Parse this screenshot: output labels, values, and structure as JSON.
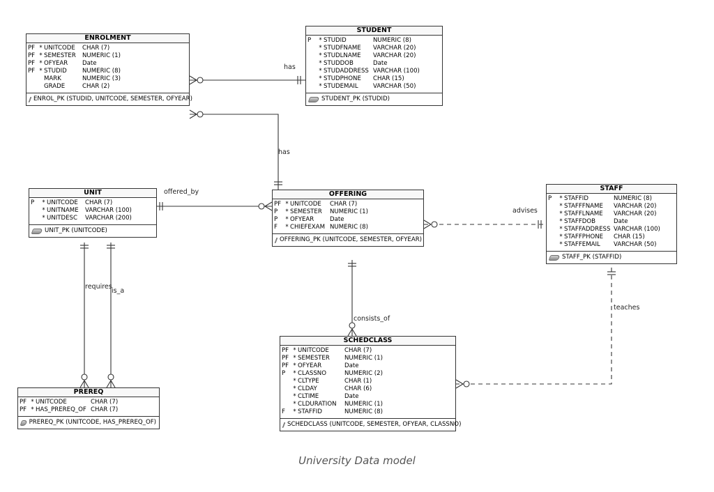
{
  "caption": "University Data model",
  "entities": {
    "enrolment": {
      "name": "ENROLMENT",
      "columns": [
        {
          "flag": "PF",
          "star": "*",
          "name": "UNITCODE",
          "type": "CHAR (7)"
        },
        {
          "flag": "PF",
          "star": "*",
          "name": "SEMESTER",
          "type": "NUMERIC (1)"
        },
        {
          "flag": "PF",
          "star": "*",
          "name": "OFYEAR",
          "type": "Date"
        },
        {
          "flag": "PF",
          "star": "*",
          "name": "STUDID",
          "type": "NUMERIC (8)"
        },
        {
          "flag": "",
          "star": "",
          "name": "MARK",
          "type": "NUMERIC (3)"
        },
        {
          "flag": "",
          "star": "",
          "name": "GRADE",
          "type": "CHAR (2)"
        }
      ],
      "pk": "ENROL_PK (STUDID, UNITCODE, SEMESTER, OFYEAR)"
    },
    "student": {
      "name": "STUDENT",
      "columns": [
        {
          "flag": "P",
          "star": "*",
          "name": "STUDID",
          "type": "NUMERIC (8)"
        },
        {
          "flag": "",
          "star": "*",
          "name": "STUDFNAME",
          "type": "VARCHAR (20)"
        },
        {
          "flag": "",
          "star": "*",
          "name": "STUDLNAME",
          "type": "VARCHAR (20)"
        },
        {
          "flag": "",
          "star": "*",
          "name": "STUDDOB",
          "type": "Date"
        },
        {
          "flag": "",
          "star": "*",
          "name": "STUDADDRESS",
          "type": "VARCHAR (100)"
        },
        {
          "flag": "",
          "star": "*",
          "name": "STUDPHONE",
          "type": "CHAR (15)"
        },
        {
          "flag": "",
          "star": "*",
          "name": "STUDEMAIL",
          "type": "VARCHAR (50)"
        }
      ],
      "pk": "STUDENT_PK (STUDID)"
    },
    "unit": {
      "name": "UNIT",
      "columns": [
        {
          "flag": "P",
          "star": "*",
          "name": "UNITCODE",
          "type": "CHAR (7)"
        },
        {
          "flag": "",
          "star": "*",
          "name": "UNITNAME",
          "type": "VARCHAR (100)"
        },
        {
          "flag": "",
          "star": "*",
          "name": "UNITDESC",
          "type": "VARCHAR (200)"
        }
      ],
      "pk": "UNIT_PK (UNITCODE)"
    },
    "offering": {
      "name": "OFFERING",
      "columns": [
        {
          "flag": "PF",
          "star": "*",
          "name": "UNITCODE",
          "type": "CHAR (7)"
        },
        {
          "flag": "P",
          "star": "*",
          "name": "SEMESTER",
          "type": "NUMERIC (1)"
        },
        {
          "flag": "P",
          "star": "*",
          "name": "OFYEAR",
          "type": "Date"
        },
        {
          "flag": "F",
          "star": "*",
          "name": "CHIEFEXAM",
          "type": "NUMERIC (8)"
        }
      ],
      "pk": "OFFERING_PK (UNITCODE, SEMESTER, OFYEAR)"
    },
    "staff": {
      "name": "STAFF",
      "columns": [
        {
          "flag": "P",
          "star": "*",
          "name": "STAFFID",
          "type": "NUMERIC (8)"
        },
        {
          "flag": "",
          "star": "*",
          "name": "STAFFFNAME",
          "type": "VARCHAR (20)"
        },
        {
          "flag": "",
          "star": "*",
          "name": "STAFFLNAME",
          "type": "VARCHAR (20)"
        },
        {
          "flag": "",
          "star": "*",
          "name": "STAFFDOB",
          "type": "Date"
        },
        {
          "flag": "",
          "star": "*",
          "name": "STAFFADDRESS",
          "type": "VARCHAR (100)"
        },
        {
          "flag": "",
          "star": "*",
          "name": "STAFFPHONE",
          "type": "CHAR (15)"
        },
        {
          "flag": "",
          "star": "*",
          "name": "STAFFEMAIL",
          "type": "VARCHAR (50)"
        }
      ],
      "pk": "STAFF_PK (STAFFID)"
    },
    "schedclass": {
      "name": "SCHEDCLASS",
      "columns": [
        {
          "flag": "PF",
          "star": "*",
          "name": "UNITCODE",
          "type": "CHAR (7)"
        },
        {
          "flag": "PF",
          "star": "*",
          "name": "SEMESTER",
          "type": "NUMERIC (1)"
        },
        {
          "flag": "PF",
          "star": "*",
          "name": "OFYEAR",
          "type": "Date"
        },
        {
          "flag": "P",
          "star": "*",
          "name": "CLASSNO",
          "type": "NUMERIC (2)"
        },
        {
          "flag": "",
          "star": "*",
          "name": "CLTYPE",
          "type": "CHAR (1)"
        },
        {
          "flag": "",
          "star": "*",
          "name": "CLDAY",
          "type": "CHAR (6)"
        },
        {
          "flag": "",
          "star": "*",
          "name": "CLTIME",
          "type": "Date"
        },
        {
          "flag": "",
          "star": "*",
          "name": "CLDURATION",
          "type": "NUMERIC (1)"
        },
        {
          "flag": "F",
          "star": "*",
          "name": "STAFFID",
          "type": "NUMERIC (8)"
        }
      ],
      "pk": "SCHEDCLASS (UNITCODE, SEMESTER, OFYEAR, CLASSNO)"
    },
    "prereq": {
      "name": "PREREQ",
      "columns": [
        {
          "flag": "PF",
          "star": "*",
          "name": "UNITCODE",
          "type": "CHAR (7)"
        },
        {
          "flag": "PF",
          "star": "*",
          "name": "HAS_PREREQ_OF",
          "type": "CHAR (7)"
        }
      ],
      "pk": "PREREQ_PK (UNITCODE, HAS_PREREQ_OF)"
    }
  },
  "relationships": [
    {
      "key": "has_enrol_student",
      "label": "has",
      "style": "solid"
    },
    {
      "key": "has_offering_enrol",
      "label": "has",
      "style": "solid"
    },
    {
      "key": "offered_by",
      "label": "offered_by",
      "style": "solid"
    },
    {
      "key": "advises",
      "label": "advises",
      "style": "dashed"
    },
    {
      "key": "consists_of",
      "label": "consists_of",
      "style": "solid"
    },
    {
      "key": "teaches",
      "label": "teaches",
      "style": "dashed"
    },
    {
      "key": "requires",
      "label": "requires",
      "style": "solid"
    },
    {
      "key": "is_a",
      "label": "is_a",
      "style": "solid"
    }
  ]
}
